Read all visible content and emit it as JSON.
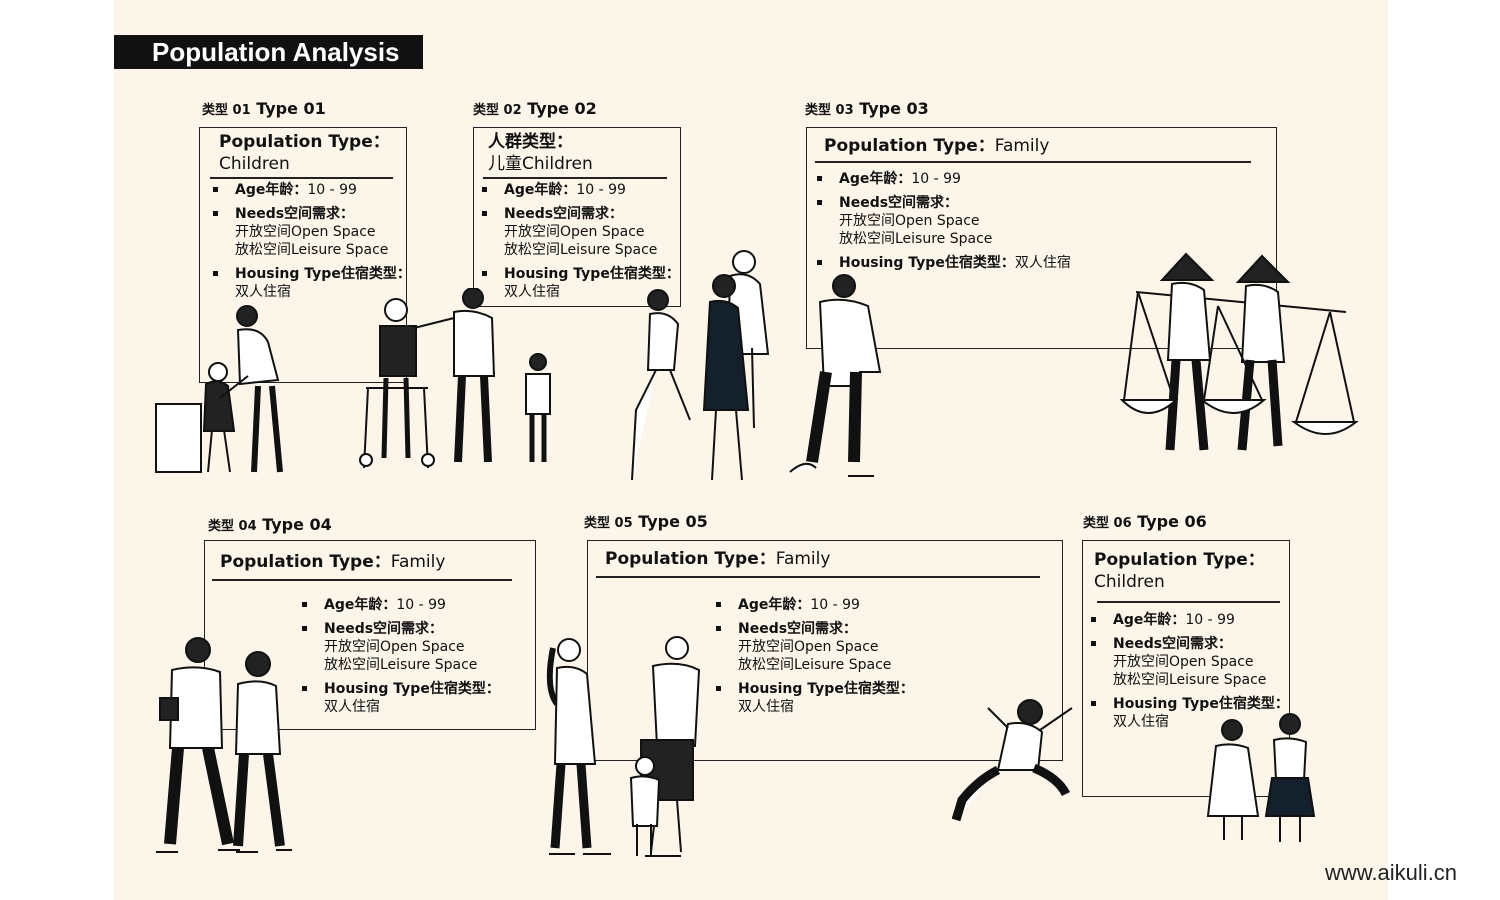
{
  "title": "Population Analysis",
  "types": [
    {
      "cn": "类型 01",
      "en": "Type 01",
      "header_label": "Population Type：",
      "header_value": "Children",
      "age_label": "Age年龄：",
      "age_value": "10 - 99",
      "needs_label": "Needs空间需求：",
      "needs_1": "开放空间Open Space",
      "needs_2": "放松空间Leisure Space",
      "housing_label": "Housing Type住宿类型：",
      "housing_value": "双人住宿"
    },
    {
      "cn": "类型 02",
      "en": "Type 02",
      "header_label": "人群类型：",
      "header_value": "儿童Children",
      "age_label": "Age年龄：",
      "age_value": "10 - 99",
      "needs_label": "Needs空间需求：",
      "needs_1": "开放空间Open Space",
      "needs_2": "放松空间Leisure Space",
      "housing_label": "Housing Type住宿类型：",
      "housing_value": "双人住宿"
    },
    {
      "cn": "类型 03",
      "en": "Type 03",
      "header_label": "Population Type：",
      "header_value": "Family",
      "age_label": "Age年龄：",
      "age_value": "10 - 99",
      "needs_label": "Needs空间需求：",
      "needs_1": "开放空间Open Space",
      "needs_2": "放松空间Leisure Space",
      "housing_label": "Housing Type住宿类型：",
      "housing_value": "双人住宿"
    },
    {
      "cn": "类型 04",
      "en": "Type 04",
      "header_label": "Population Type：",
      "header_value": "Family",
      "age_label": "Age年龄：",
      "age_value": "10 - 99",
      "needs_label": "Needs空间需求：",
      "needs_1": "开放空间Open Space",
      "needs_2": "放松空间Leisure Space",
      "housing_label": "Housing Type住宿类型：",
      "housing_value": "双人住宿"
    },
    {
      "cn": "类型 05",
      "en": "Type 05",
      "header_label": "Population Type：",
      "header_value": "Family",
      "age_label": "Age年龄：",
      "age_value": "10 - 99",
      "needs_label": "Needs空间需求：",
      "needs_1": "开放空间Open Space",
      "needs_2": "放松空间Leisure Space",
      "housing_label": "Housing Type住宿类型：",
      "housing_value": "双人住宿"
    },
    {
      "cn": "类型 06",
      "en": "Type 06",
      "header_label": "Population Type：",
      "header_value": "Children",
      "age_label": "Age年龄：",
      "age_value": "10 - 99",
      "needs_label": "Needs空间需求：",
      "needs_1": "开放空间Open Space",
      "needs_2": "放松空间Leisure Space",
      "housing_label": "Housing Type住宿类型：",
      "housing_value": "双人住宿"
    }
  ],
  "watermark": "www.aikuli.cn"
}
